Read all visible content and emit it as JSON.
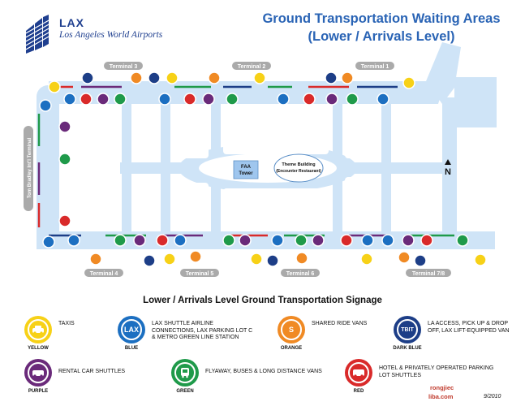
{
  "brand": {
    "code": "LAX",
    "full": "Los Angeles World Airports"
  },
  "title": {
    "line1": "Ground Transportation Waiting Areas",
    "line2": "(Lower / Arrivals Level)"
  },
  "terminals": {
    "t1": "Terminal 1",
    "t2": "Terminal 2",
    "t3": "Terminal 3",
    "t4": "Terminal 4",
    "t5": "Terminal 5",
    "t6": "Terminal 6",
    "t78": "Terminal 7/8",
    "tbit": "Tom Bradley Int'l Terminal"
  },
  "buildings": {
    "faa_l1": "FAA",
    "faa_l2": "Tower",
    "theme_l1": "Theme Building",
    "theme_l2": "(Encounter Restaurant)"
  },
  "north": "N",
  "legend": {
    "title": "Lower / Arrivals Level Ground Transportation Signage",
    "items": [
      {
        "color": "YELLOW",
        "desc": "TAXIS",
        "fill": "#f7d117"
      },
      {
        "color": "BLUE",
        "desc": "LAX SHUTTLE AIRLINE CONNECTIONS, LAX PARKING LOT C & METRO GREEN LINE STATION",
        "fill": "#1c6fc1",
        "label": "LAX"
      },
      {
        "color": "ORANGE",
        "desc": "SHARED RIDE VANS",
        "fill": "#f08a24",
        "label": "S"
      },
      {
        "color": "DARK BLUE",
        "desc": "LA ACCESS, PICK UP & DROP OFF, LAX LIFT-EQUIPPED VAN",
        "fill": "#1d3e87",
        "label": "TBIT"
      },
      {
        "color": "PURPLE",
        "desc": "RENTAL CAR SHUTTLES",
        "fill": "#6a2a7a"
      },
      {
        "color": "GREEN",
        "desc": "FLYAWAY, BUSES & LONG DISTANCE VANS",
        "fill": "#1f9a4a"
      },
      {
        "color": "RED",
        "desc": "HOTEL & PRIVATELY OPERATED PARKING LOT SHUTTLES",
        "fill": "#d92a2a"
      }
    ]
  },
  "footer": {
    "site1": "rongjiec",
    "site2": "liba.com",
    "date": "9/2010"
  },
  "colors": {
    "road": "#cfe4f7",
    "title": "#2a64b5",
    "terminal_tag": "#aaaaaa"
  }
}
